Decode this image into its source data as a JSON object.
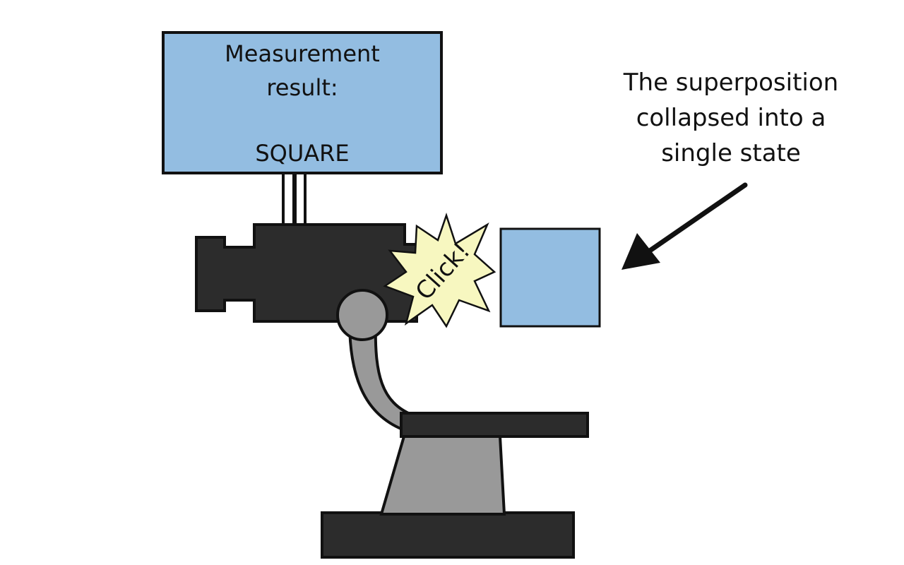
{
  "monitor": {
    "line1": "Measurement",
    "line2": "result:",
    "result": "SQUARE"
  },
  "burst": {
    "text": "Click!"
  },
  "annotation": {
    "line1": "The superposition",
    "line2": "collapsed into a",
    "line3": "single state"
  },
  "colors": {
    "blue": "#93bde1",
    "dark": "#2c2c2c",
    "gray": "#999999",
    "burst": "#f7f7c0",
    "outline": "#111111"
  }
}
